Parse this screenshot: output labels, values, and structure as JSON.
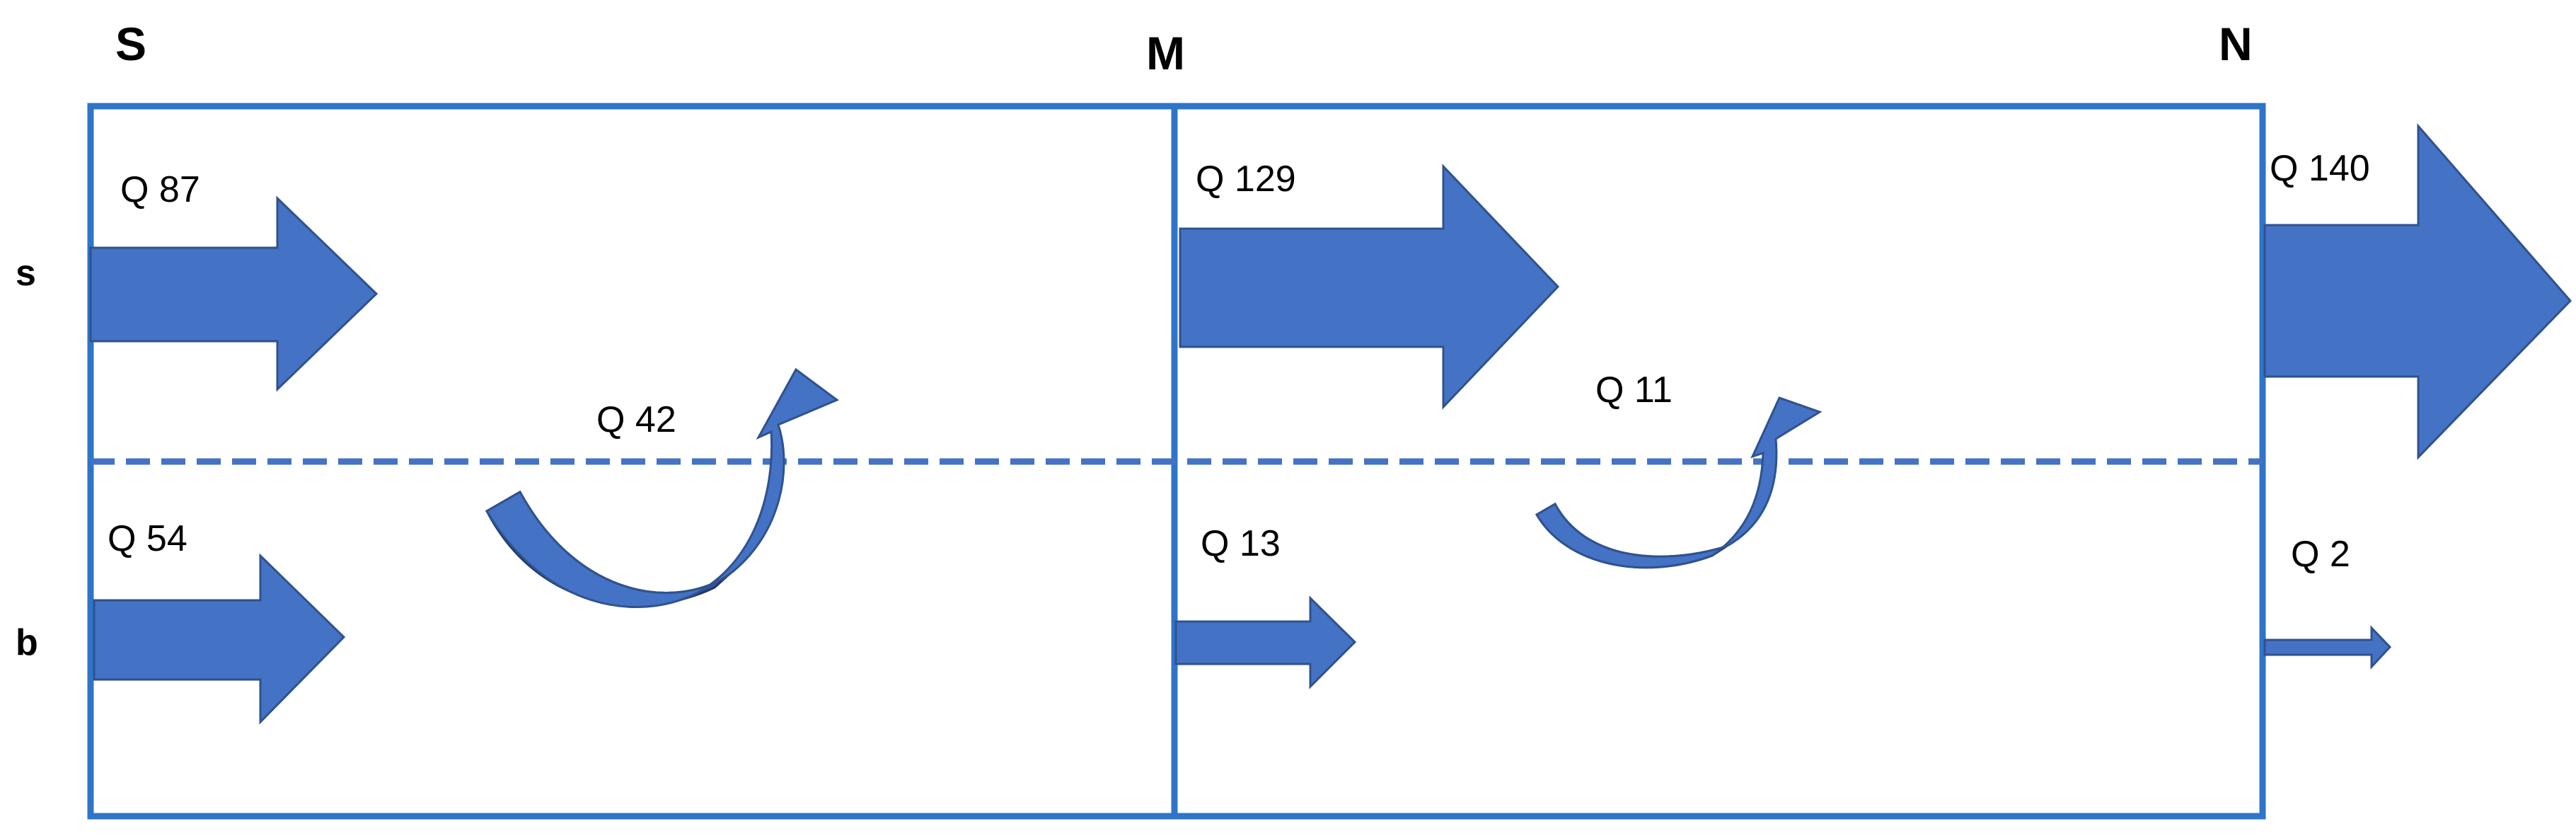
{
  "colors": {
    "frame": "#2E75C9",
    "arrow_fill": "#4472C4",
    "arrow_stroke": "#2F528F",
    "curve_dark": "#2F5597"
  },
  "columns": {
    "south": "S",
    "middle": "M",
    "north": "N"
  },
  "rows": {
    "surface": "s",
    "bottom": "b"
  },
  "flows": {
    "south_surface": "Q 87",
    "south_bottom": "Q 54",
    "south_mixing": "Q 42",
    "middle_surface": "Q 129",
    "middle_bottom": "Q 13",
    "north_mixing": "Q 11",
    "north_surface": "Q 140",
    "north_bottom": "Q 2"
  }
}
